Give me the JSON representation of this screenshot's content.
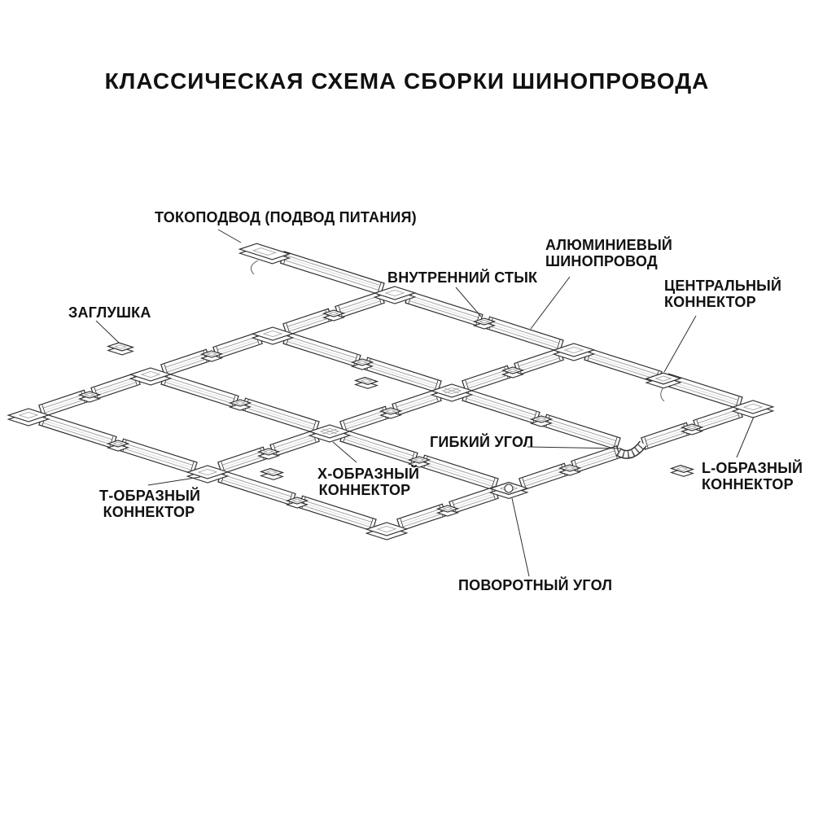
{
  "title": "КЛАССИЧЕСКАЯ СХЕМА СБОРКИ ШИНОПРОВОДА",
  "labels": {
    "power_feed": "ТОКОПОДВОД (ПОДВОД ПИТАНИЯ)",
    "end_cap": "ЗАГЛУШКА",
    "inner_joint": "ВНУТРЕННИЙ СТЫК",
    "aluminum_track": {
      "line1": "АЛЮМИНИЕВЫЙ",
      "line2": "ШИНОПРОВОД"
    },
    "central_connector": {
      "line1": "ЦЕНТРАЛЬНЫЙ",
      "line2": "КОННЕКТОР"
    },
    "flexible_corner": "ГИБКИЙ УГОЛ",
    "l_connector": {
      "line1": "L-ОБРАЗНЫЙ",
      "line2": "КОННЕКТОР"
    },
    "t_connector": {
      "line1": "Т-ОБРАЗНЫЙ",
      "line2": "КОННЕКТОР"
    },
    "x_connector": {
      "line1": "Х-ОБРАЗНЫЙ",
      "line2": "КОННЕКТОР"
    },
    "rotary_corner": "ПОВОРОТНЫЙ УГОЛ"
  },
  "colors": {
    "background": "#ffffff",
    "text": "#111111",
    "line": "#2f2f2f"
  }
}
